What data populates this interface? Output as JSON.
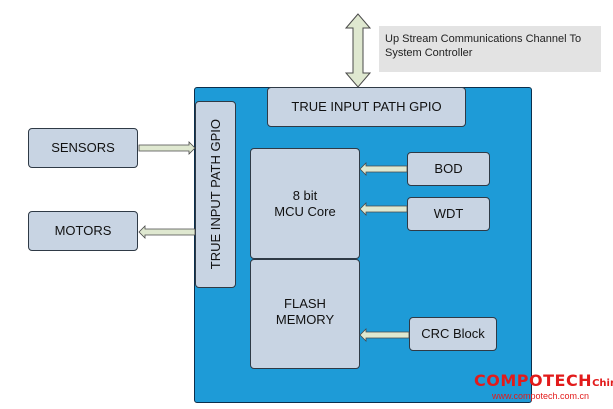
{
  "note": {
    "line1": "Up Stream Communications Channel To",
    "line2": "System Controller"
  },
  "blocks": {
    "gpio_top": "TRUE INPUT PATH GPIO",
    "gpio_side": "TRUE INPUT PATH GPIO",
    "sensors": "SENSORS",
    "motors": "MOTORS",
    "mcu_line1": "8 bit",
    "mcu_line2": "MCU Core",
    "bod": "BOD",
    "wdt": "WDT",
    "flash_line1": "FLASH",
    "flash_line2": "MEMORY",
    "crc": "CRC Block"
  },
  "watermark": {
    "brand": "COMPOTECH",
    "suffix": "China",
    "url": "www.compotech.com.cn"
  },
  "colors": {
    "chip_fill": "#1e9bd7",
    "block_fill": "#c8d4e3",
    "arrow_fill": "#dfe8d0",
    "note_fill": "#e3e3e3",
    "watermark": "#e21b1b"
  }
}
